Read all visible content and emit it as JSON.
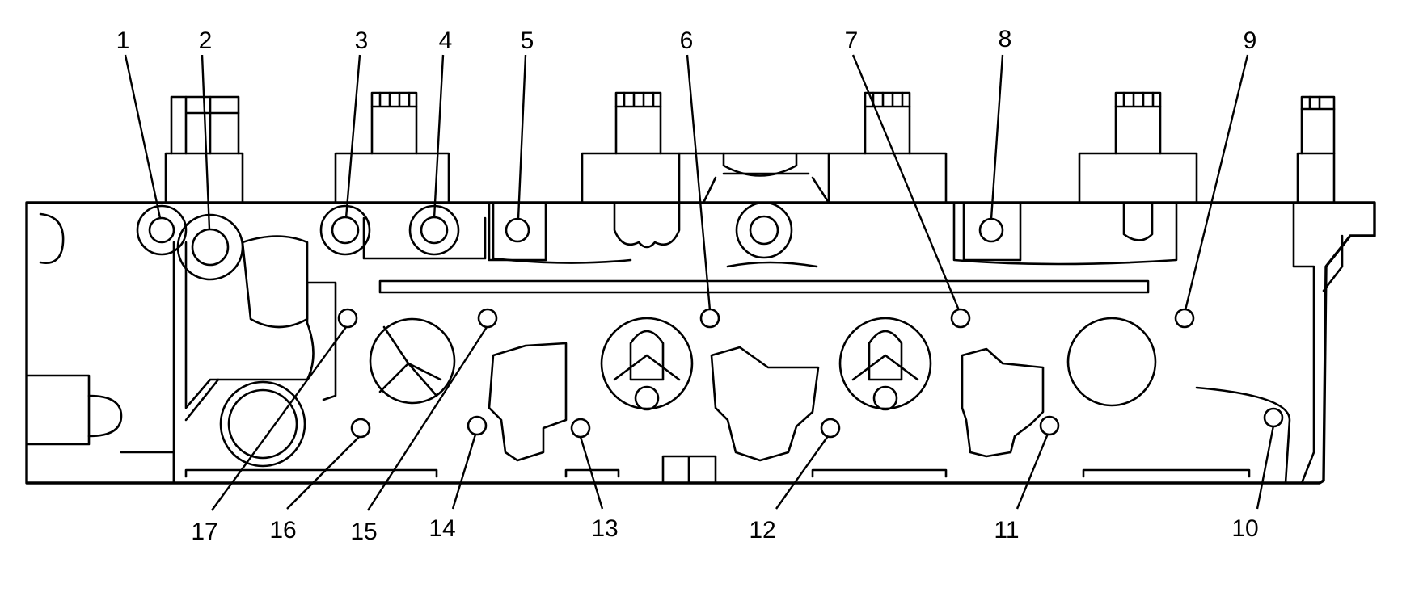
{
  "figure": {
    "labels": [
      {
        "id": "1",
        "text": "1"
      },
      {
        "id": "2",
        "text": "2"
      },
      {
        "id": "3",
        "text": "3"
      },
      {
        "id": "4",
        "text": "4"
      },
      {
        "id": "5",
        "text": "5"
      },
      {
        "id": "6",
        "text": "6"
      },
      {
        "id": "7",
        "text": "7"
      },
      {
        "id": "8",
        "text": "8"
      },
      {
        "id": "9",
        "text": "9"
      },
      {
        "id": "10",
        "text": "10"
      },
      {
        "id": "11",
        "text": "11"
      },
      {
        "id": "12",
        "text": "12"
      },
      {
        "id": "13",
        "text": "13"
      },
      {
        "id": "14",
        "text": "14"
      },
      {
        "id": "15",
        "text": "15"
      },
      {
        "id": "16",
        "text": "16"
      },
      {
        "id": "17",
        "text": "17"
      }
    ]
  }
}
